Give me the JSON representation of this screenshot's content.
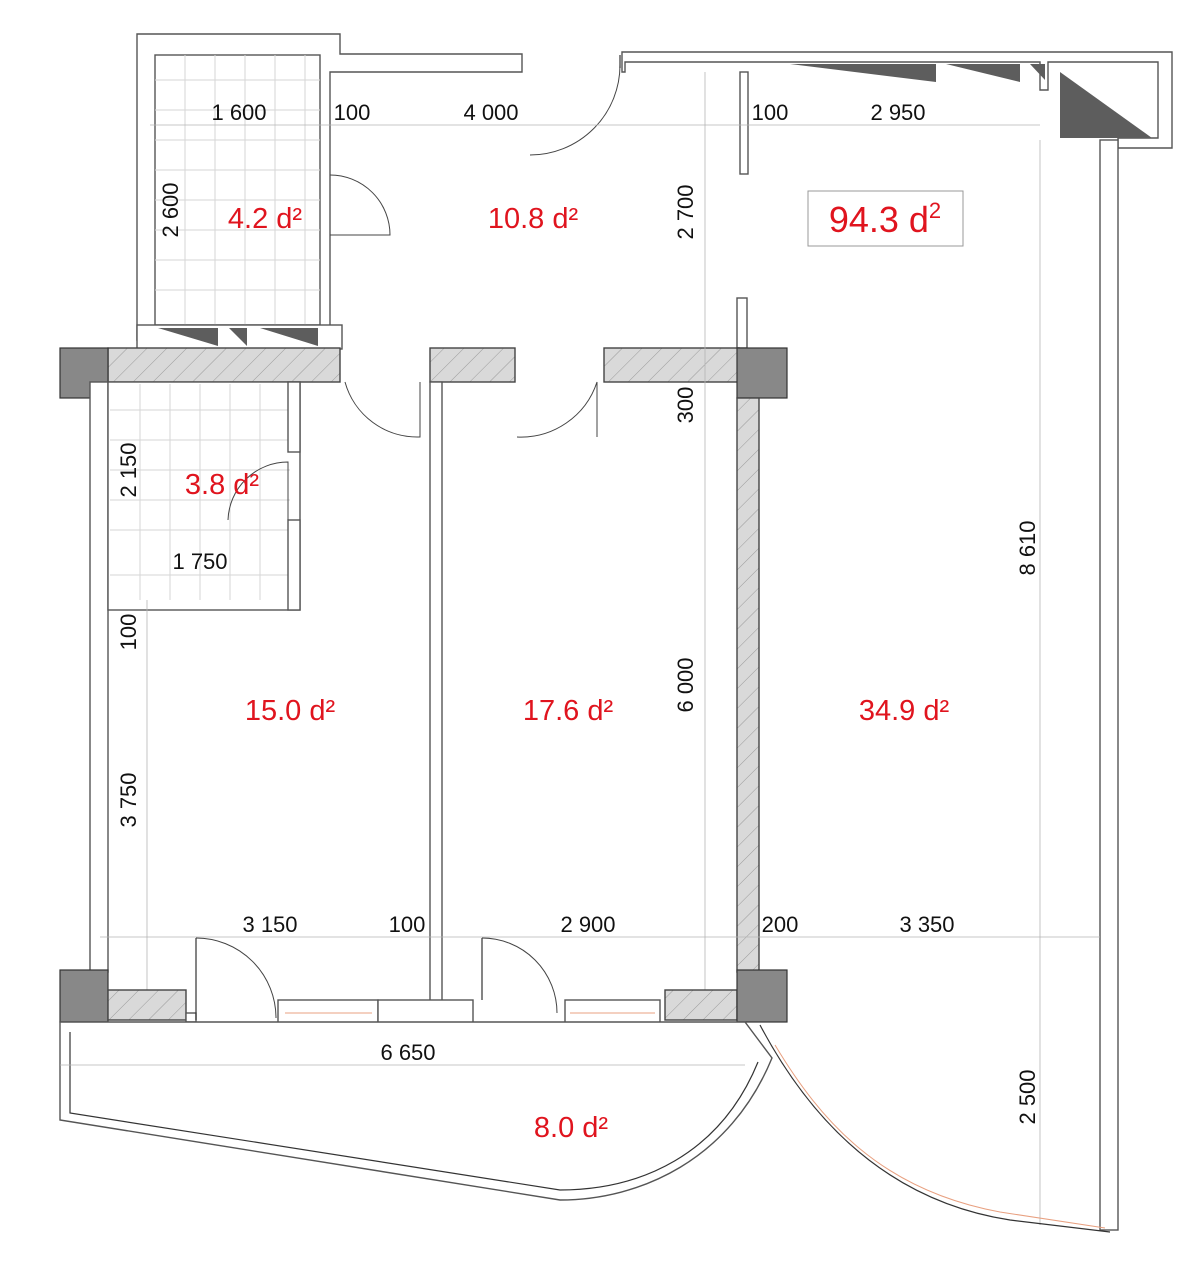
{
  "colors": {
    "area_label": "#e0141e",
    "walls": "#555555",
    "columns": "#888888"
  },
  "total_area": "94.3 ",
  "total_unit": "ԁ",
  "total_exp": "2",
  "rooms": [
    {
      "id": "bathroom-top",
      "area": "4.2 ԁ²"
    },
    {
      "id": "hall",
      "area": "10.8 ԁ²"
    },
    {
      "id": "bathroom-small",
      "area": "3.8 ԁ²"
    },
    {
      "id": "bedroom-left",
      "area": "15.0 ԁ²"
    },
    {
      "id": "bedroom-middle",
      "area": "17.6 ԁ²"
    },
    {
      "id": "living-room",
      "area": "34.9 ԁ²"
    },
    {
      "id": "balcony",
      "area": "8.0 ԁ²"
    }
  ],
  "dimensions": {
    "d1600": "1 600",
    "d100_top": "100",
    "d4000": "4 000",
    "d100_top2": "100",
    "d2950": "2 950",
    "d2600": "2 600",
    "d2700": "2 700",
    "d300": "300",
    "d2150": "2 150",
    "d1750": "1 750",
    "d100_left": "100",
    "d3750": "3 750",
    "d6000": "6 000",
    "d8610": "8 610",
    "d3150": "3 150",
    "d100_bottom": "100",
    "d2900": "2 900",
    "d200": "200",
    "d3350": "3 350",
    "d6650": "6 650",
    "d2500": "2 500"
  }
}
